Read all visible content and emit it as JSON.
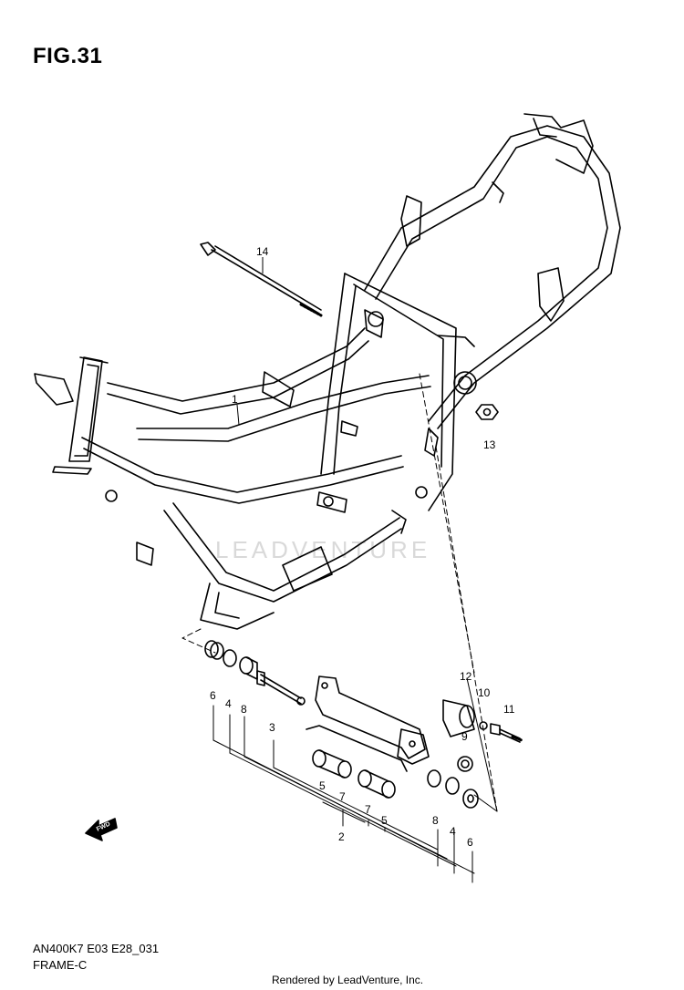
{
  "figure": {
    "title": "FIG.31"
  },
  "model_code": "AN400K7 E03 E28_031",
  "section_name": "FRAME-C",
  "footer": "Rendered by LeadVenture, Inc.",
  "watermark": "LEADVENTURE",
  "fwd_label": "FWD",
  "callouts": [
    "1",
    "2",
    "3",
    "4",
    "4",
    "5",
    "5",
    "6",
    "6",
    "7",
    "7",
    "8",
    "8",
    "9",
    "10",
    "11",
    "12",
    "13",
    "14"
  ]
}
